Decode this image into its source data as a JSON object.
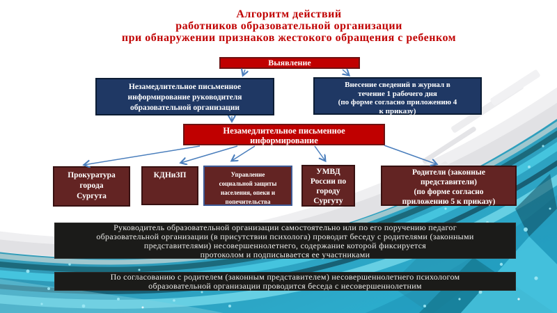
{
  "slide": {
    "title": "Алгоритм действий\nработников образовательной организации\nпри обнаружении признаков жестокого обращения с ребенком",
    "detection": "Выявление",
    "inform_director": "Незамедлительное письменное\nинформирование руководителя\nобразовательной организации",
    "journal": "Внесение сведений в журнал в\nтечение 1 рабочего дня\n(по форме согласно приложению 4\nк приказу)",
    "written_informing": "Незамедлительное письменное\nинформирование",
    "recipients": [
      {
        "label": "Прокуратура\nгорода\nСургута"
      },
      {
        "label": "КДНиЗП"
      },
      {
        "label": "Управление\nсоциальной защиты\nнаселения, опеки и\nпопечительства"
      },
      {
        "label": "УМВД\nРоссии по\nгороду\nСургуту"
      },
      {
        "label": "Родители (законные\nпредставители)\n(по форме согласно\nприложению 5 к приказу)"
      }
    ],
    "note_parents_talk": "Руководитель образовательной организации самостоятельно или по его поручению педагог\nобразовательной организации (в присутствии психолога) проводит беседу с родителями (законными\nпредставителями) несовершеннолетнего, содержание которой фиксируется\nпротоколом и подписывается ее участниками",
    "note_minor_talk": "По согласованию с родителем (законным представителем) несовершеннолетнего психологом\nобразовательной организации проводится беседа с несовершеннолетним"
  },
  "colors": {
    "title_red": "#C00000",
    "box_red": "#C00000",
    "box_navy": "#1F3864",
    "box_maroon": "#632423",
    "box3_border_blue": "#3C5A96",
    "box_black": "#1B1B19",
    "arrow_blue": "#4A7EBC",
    "teal_bright": "#29B6D8",
    "teal_dark": "#186075"
  }
}
